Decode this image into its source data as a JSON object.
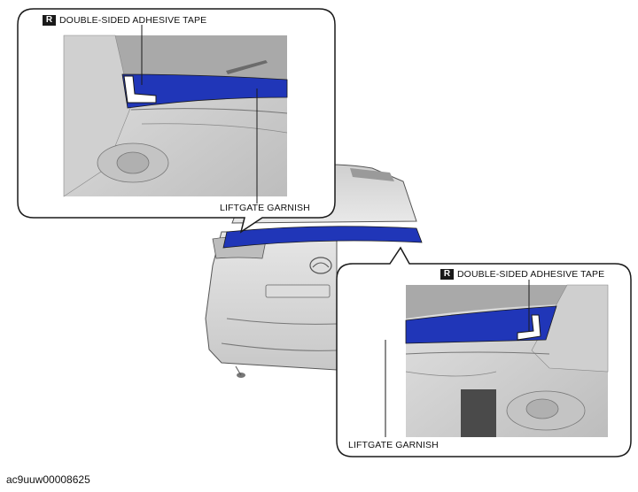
{
  "callouts": {
    "top": {
      "badge": "R",
      "adhesive_label": "DOUBLE-SIDED ADHESIVE TAPE",
      "garnish_label": "LIFTGATE GARNISH"
    },
    "bottom": {
      "badge": "R",
      "adhesive_label": "DOUBLE-SIDED ADHESIVE TAPE",
      "garnish_label": "LIFTGATE GARNISH"
    }
  },
  "figure_id": "ac9uuw00008625",
  "colors": {
    "garnish_highlight": "#2036b8",
    "outline": "#1a1a1a",
    "car_shading": "#d9d9d9"
  }
}
